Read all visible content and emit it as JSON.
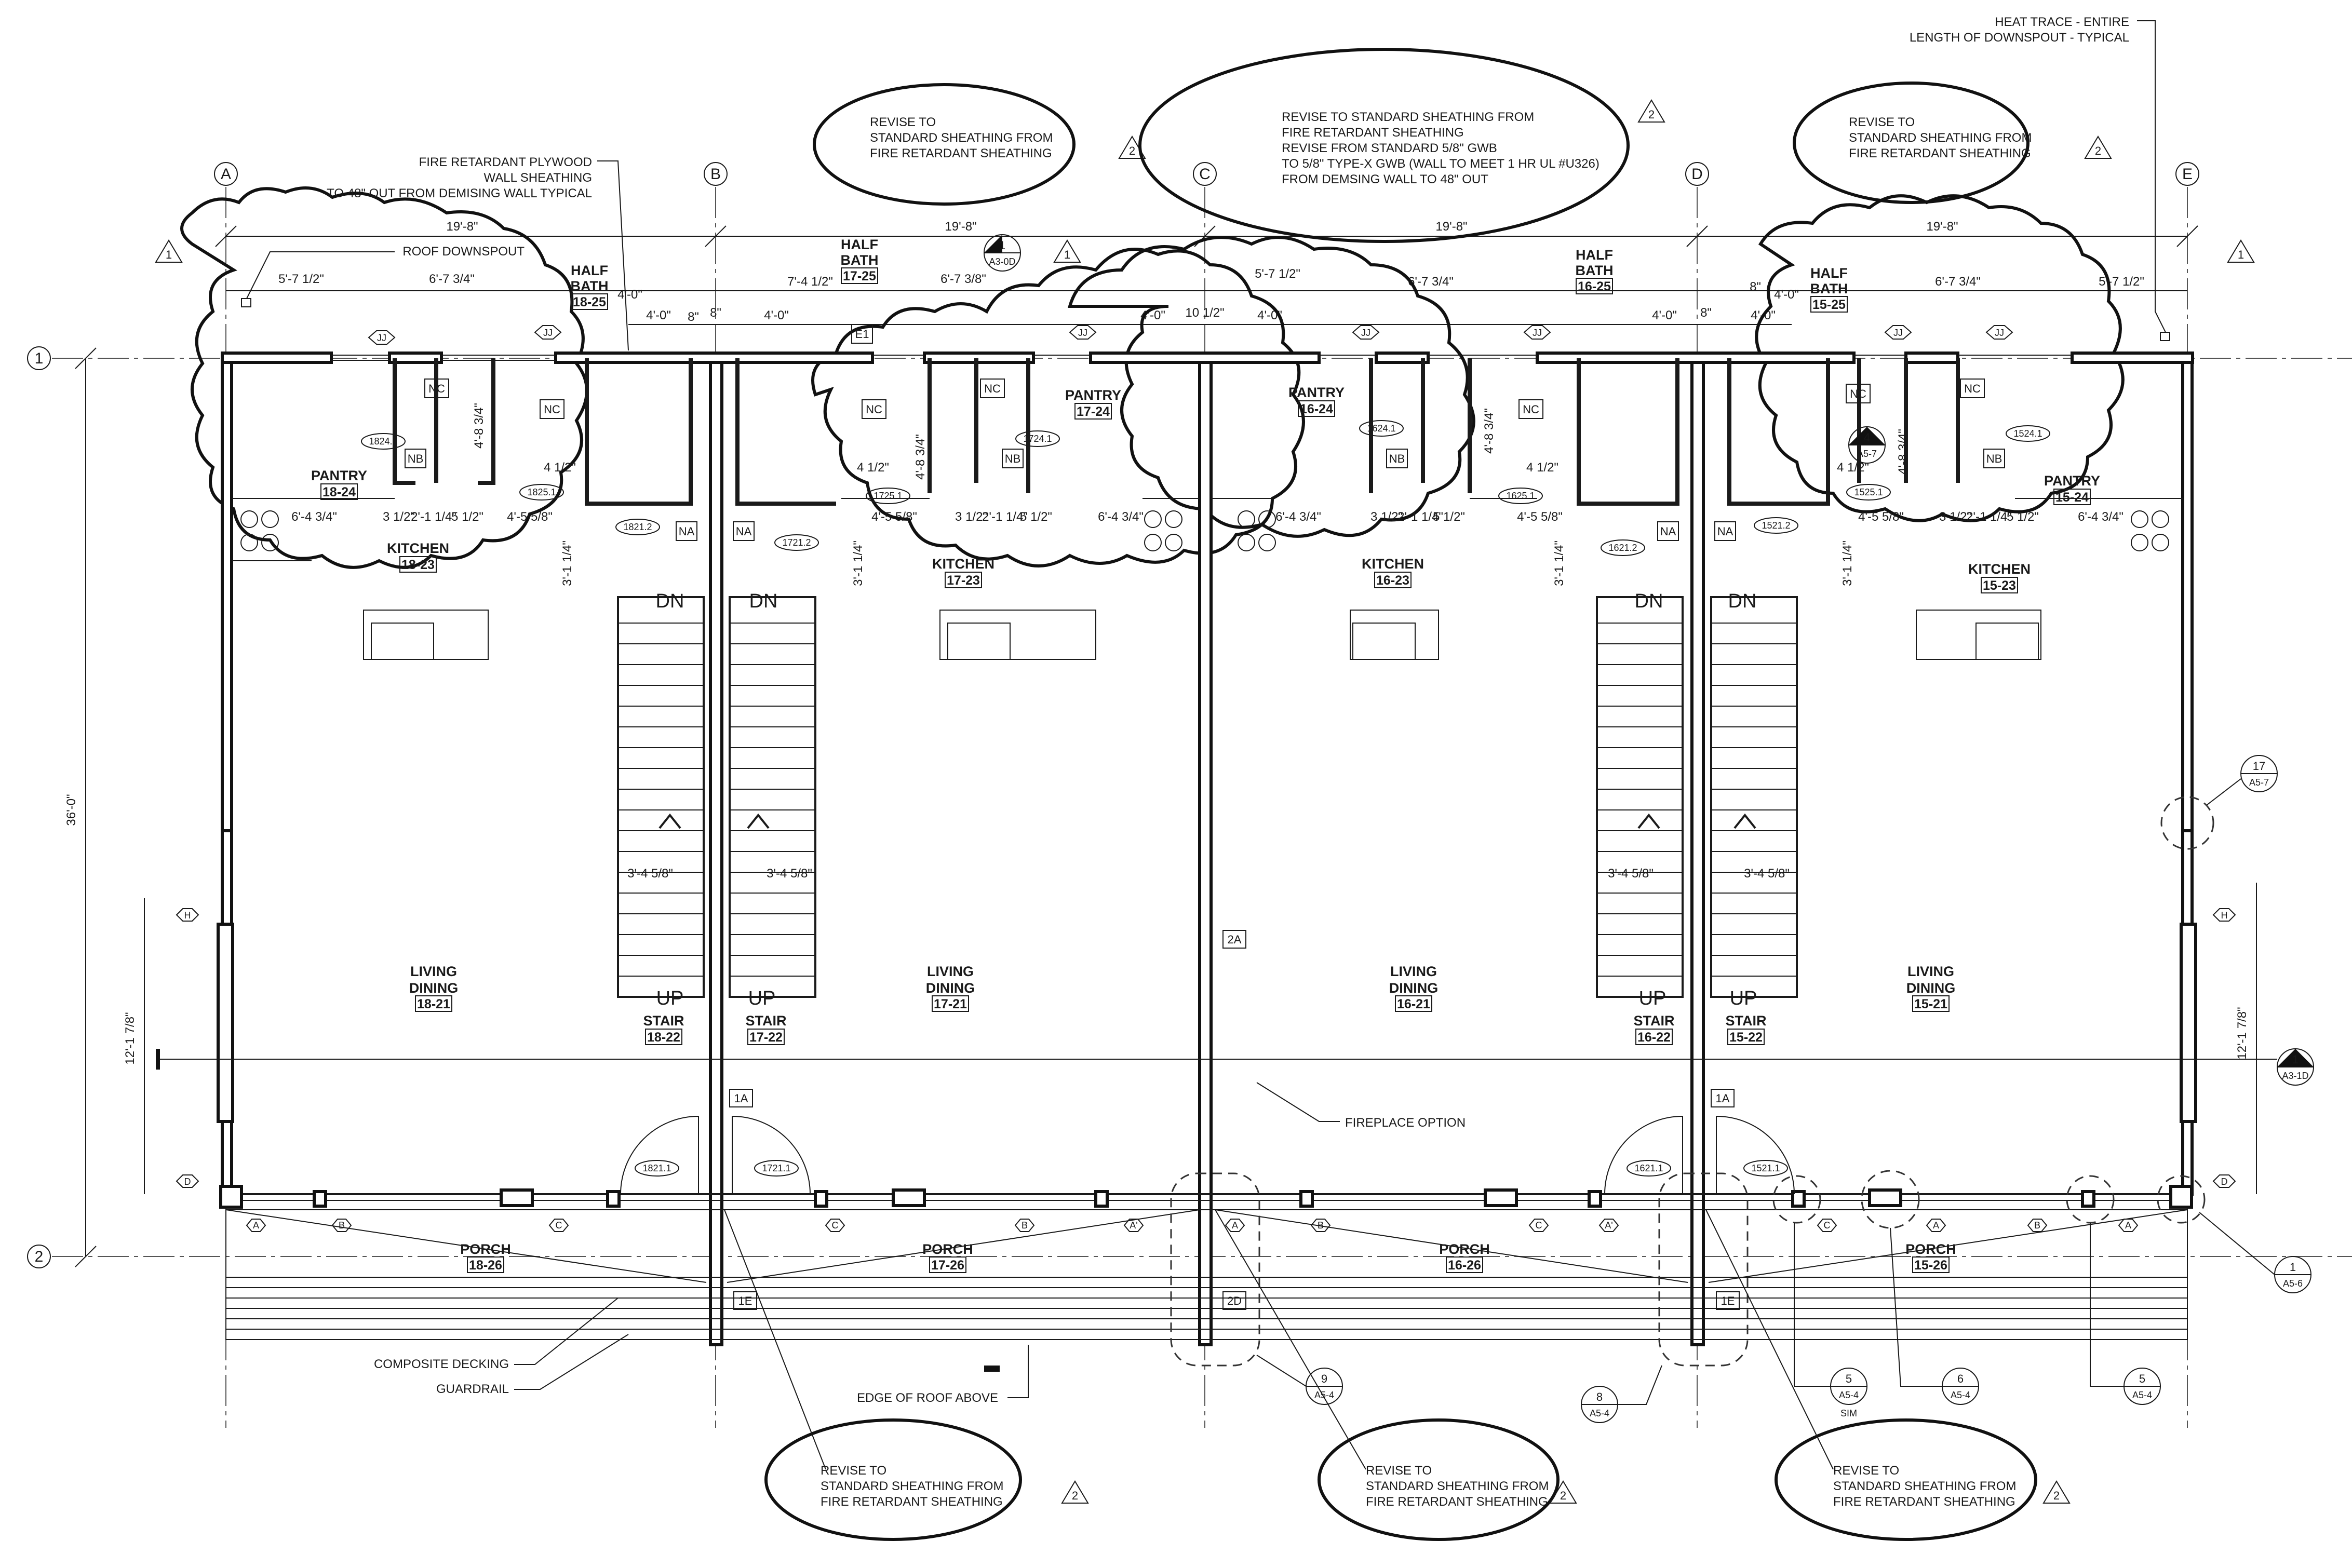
{
  "grid": {
    "columns": [
      "A",
      "B",
      "C",
      "D",
      "E"
    ],
    "rows": [
      "1",
      "2"
    ]
  },
  "dimensions": {
    "bay_widths": [
      "19'-8\"",
      "19'-8\"",
      "19'-8\"",
      "19'-8\""
    ],
    "overall_depth": "36'-0\"",
    "window_depth": "12'-1 7/8\"",
    "top_sub": [
      "5'-7 1/2\"",
      "6'-7 3/4\"",
      "7'-4 1/2\"",
      "6'-7 3/8\"",
      "5'-7 1/2\"",
      "6'-7 3/4\"",
      "6'-7 3/4\"",
      "5'-7 1/2\""
    ],
    "four_ft": [
      "4'-0\"",
      "4'-0\"",
      "4'-0\"",
      "4'-0\"",
      "4'-0\"",
      "4'-0\"",
      "4'-0\"",
      "4'-0\""
    ],
    "eight_in": [
      "8\"",
      "8\"",
      "10 1/2\"",
      "8\""
    ],
    "pantry_w": [
      "6'-4 3/4\"",
      "6'-4 3/4\"",
      "6'-4 3/4\"",
      "6'-4 3/4\""
    ],
    "bath_small": [
      "3 1/2\"",
      "2'-1 1/4\"",
      "5 1/2\"",
      "4'-5 5/8\"",
      "4 1/2\"",
      "4'-8 3/4\"",
      "3'-1 1/4\""
    ],
    "stair_w": [
      "3'-4 5/8\"",
      "3'-4 5/8\"",
      "3'-4 5/8\"",
      "3'-4 5/8\""
    ]
  },
  "units": [
    {
      "living": [
        "LIVING",
        "DINING"
      ],
      "living_no": "18-21",
      "stair": "STAIR",
      "stair_no": "18-22",
      "kitchen": "KITCHEN",
      "kitchen_no": "18-23",
      "pantry": "PANTRY",
      "pantry_no": "18-24",
      "bath": [
        "HALF",
        "BATH"
      ],
      "bath_no": "18-25",
      "porch": "PORCH",
      "porch_no": "18-26",
      "doors": [
        "1824.1",
        "1825.1",
        "1821.2",
        "1821.1"
      ]
    },
    {
      "living": [
        "LIVING",
        "DINING"
      ],
      "living_no": "17-21",
      "stair": "STAIR",
      "stair_no": "17-22",
      "kitchen": "KITCHEN",
      "kitchen_no": "17-23",
      "pantry": "PANTRY",
      "pantry_no": "17-24",
      "bath": [
        "HALF",
        "BATH"
      ],
      "bath_no": "17-25",
      "porch": "PORCH",
      "porch_no": "17-26",
      "doors": [
        "1724.1",
        "1725.1",
        "1721.2",
        "1721.1"
      ]
    },
    {
      "living": [
        "LIVING",
        "DINING"
      ],
      "living_no": "16-21",
      "stair": "STAIR",
      "stair_no": "16-22",
      "kitchen": "KITCHEN",
      "kitchen_no": "16-23",
      "pantry": "PANTRY",
      "pantry_no": "16-24",
      "bath": [
        "HALF",
        "BATH"
      ],
      "bath_no": "16-25",
      "porch": "PORCH",
      "porch_no": "16-26",
      "doors": [
        "1624.1",
        "1625.1",
        "1621.2",
        "1621.1"
      ]
    },
    {
      "living": [
        "LIVING",
        "DINING"
      ],
      "living_no": "15-21",
      "stair": "STAIR",
      "stair_no": "15-22",
      "kitchen": "KITCHEN",
      "kitchen_no": "15-23",
      "pantry": "PANTRY",
      "pantry_no": "15-24",
      "bath": [
        "HALF",
        "BATH"
      ],
      "bath_no": "15-25",
      "porch": "PORCH",
      "porch_no": "15-26",
      "doors": [
        "1524.1",
        "1525.1",
        "1521.2",
        "1521.1"
      ]
    }
  ],
  "stair_words": {
    "up": "UP",
    "down": "DN"
  },
  "fixtures": {
    "nc": "NC",
    "nb": "NB",
    "na": "NA",
    "e1": "E1",
    "jj": "JJ",
    "h": "H",
    "d": "D"
  },
  "wall_types": [
    "1A",
    "1A",
    "2A",
    "1E",
    "2D",
    "1E"
  ],
  "window_tags": [
    "A",
    "B",
    "C",
    "C",
    "B",
    "A'",
    "A",
    "B",
    "C",
    "A'",
    "C",
    "A",
    "B",
    "A"
  ],
  "notes": {
    "fire_plywood": [
      "FIRE RETARDANT PLYWOOD",
      "WALL SHEATHING",
      "TO 48\" OUT FROM DEMISING WALL TYPICAL"
    ],
    "roof_downspout": "ROOF DOWNSPOUT",
    "heat_trace": [
      "HEAT TRACE - ENTIRE",
      "LENGTH OF DOWNSPOUT - TYPICAL"
    ],
    "fireplace": "FIREPLACE OPTION",
    "composite": "COMPOSITE DECKING",
    "guardrail": "GUARDRAIL",
    "edge_roof": "EDGE OF ROOF ABOVE"
  },
  "revisions": {
    "short": [
      "REVISE TO",
      "STANDARD SHEATHING FROM",
      "FIRE RETARDANT SHEATHING"
    ],
    "long": [
      "REVISE TO STANDARD SHEATHING FROM",
      "FIRE RETARDANT SHEATHING",
      "REVISE FROM STANDARD 5/8\" GWB",
      "TO 5/8\" TYPE-X GWB (WALL TO MEET 1 HR UL #U326)",
      "FROM DEMSING WALL TO 48\" OUT"
    ],
    "delta_1": "1",
    "delta_2": "2"
  },
  "callouts": [
    {
      "num": "1",
      "ref": "A3-0D"
    },
    {
      "num": "4",
      "ref": "A5-7"
    },
    {
      "num": "17",
      "ref": "A5-7"
    },
    {
      "num": "1",
      "ref": "A3-1D"
    },
    {
      "num": "1",
      "ref": "A5-6"
    },
    {
      "num": "9",
      "ref": "A5-4"
    },
    {
      "num": "8",
      "ref": "A5-4"
    },
    {
      "num": "5",
      "ref": "A5-4",
      "extra": "SIM"
    },
    {
      "num": "6",
      "ref": "A5-4"
    },
    {
      "num": "5",
      "ref": "A5-4"
    }
  ]
}
